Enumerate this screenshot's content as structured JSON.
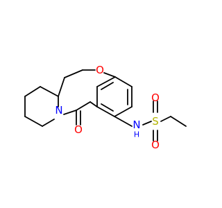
{
  "molecule": {
    "atoms": {
      "ring_oxygen": {
        "symbol": "O",
        "color": "#ff0000"
      },
      "amide_nitrogen": {
        "symbol": "N",
        "color": "#0000ff"
      },
      "carbonyl_oxygen": {
        "symbol": "O",
        "color": "#ff0000"
      },
      "sulfonamide_nh": {
        "symbol": "N",
        "h": "H",
        "color": "#0000ff"
      },
      "sulfur": {
        "symbol": "S",
        "color": "#b3b300"
      },
      "sulfonyl_oxygen_top": {
        "symbol": "O",
        "color": "#ff0000"
      },
      "sulfonyl_oxygen_bottom": {
        "symbol": "O",
        "color": "#ff0000"
      }
    }
  }
}
